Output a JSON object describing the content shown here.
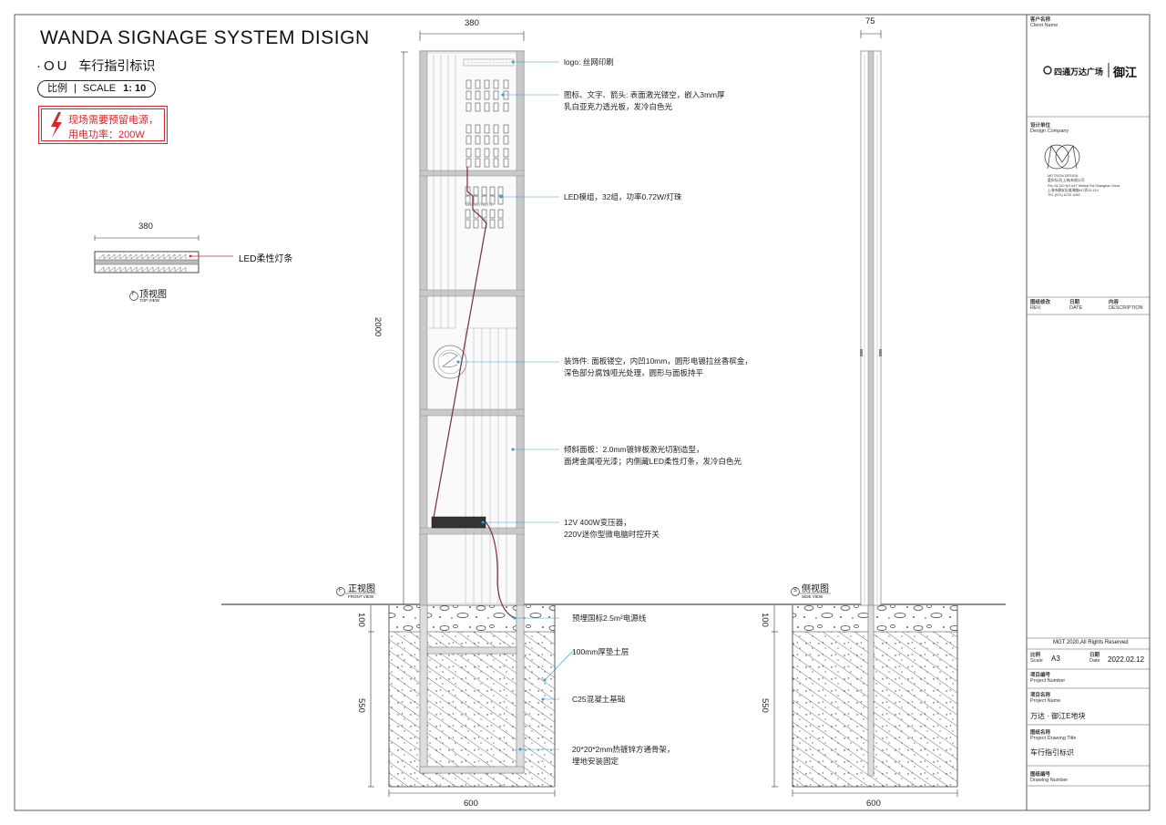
{
  "title": {
    "main": "WANDA SIGNAGE SYSTEM DISIGN",
    "sub_prefix": "·OU",
    "sub": "车行指引标识"
  },
  "scale": {
    "label": "比例",
    "text": "SCALE",
    "value": "1: 10"
  },
  "warning": {
    "line1": "现场需要预留电源，",
    "line2": "用电功率：200W",
    "color": "#d8262a"
  },
  "top_view": {
    "width_dim": "380",
    "led_label": "LED柔性灯条",
    "marker": "T",
    "title_cn": "顶视图",
    "title_en": "TOP VIEW"
  },
  "front_view": {
    "width_dim_top": "380",
    "height_dim": "2000",
    "depth_dim_100": "100",
    "depth_dim_550": "550",
    "base_width": "600",
    "marker": "F",
    "title_cn": "正视图",
    "title_en": "FRONT VIEW",
    "logo_text": "Basement"
  },
  "side_view": {
    "width_dim_top": "75",
    "depth_dim_100": "100",
    "depth_dim_550": "550",
    "base_width": "600",
    "marker": "S",
    "title_cn": "侧视图",
    "title_en": "SIDE VIEW"
  },
  "annotations": [
    {
      "lines": [
        "logo: 丝网印刷"
      ]
    },
    {
      "lines": [
        "图标、文字、箭头: 表面激光镂空，嵌入3mm厚",
        "乳白亚克力透光板，发冷白色光"
      ]
    },
    {
      "lines": [
        "LED模组，32组，功率0.72W/灯珠"
      ]
    },
    {
      "lines": [
        "装饰件: 面板镂空，内凹10mm，圆形电镀拉丝香槟金，",
        "深色部分腐蚀哑光处理，圆形与面板持平"
      ]
    },
    {
      "lines": [
        "倾斜面板：2.0mm镀锌板激光切割造型，",
        "面烤金属哑光漆；内侧藏LED柔性灯条，发冷白色光"
      ]
    },
    {
      "lines": [
        "12V 400W变压器，",
        "220V迷你型微电脑时控开关"
      ]
    },
    {
      "lines": [
        "预埋国标2.5m²电源线"
      ]
    },
    {
      "lines": [
        "100mm厚垫土层"
      ]
    },
    {
      "lines": [
        "C25混凝土基础"
      ]
    },
    {
      "lines": [
        "20*20*2mm热镀锌方通骨架，",
        "埋地安装固定"
      ]
    }
  ],
  "title_block": {
    "client_label_cn": "客户名称",
    "client_label_en": "Client Name",
    "client_logo_text": "四通万达广场",
    "client_logo_text2": "御江",
    "design_label_cn": "设计单位",
    "design_label_en": "Design Company",
    "design_company_lines": [
      "MGTSIGN DESIGN",
      "重庆标识(上海)有限公司",
      "Rm.15-110 NO.647 Weihai Rd,Shanghai,China",
      "上海市静安区威海路647弄15-110",
      "TEL (021) 6720 1062"
    ],
    "rev_headers": [
      {
        "cn": "图纸修改",
        "en": "REV."
      },
      {
        "cn": "日期",
        "en": "DATE"
      },
      {
        "cn": "内容",
        "en": "DESCRIPTION"
      }
    ],
    "copyright": "MGT 2020,All Rights Reserved",
    "scale_label_cn": "比例",
    "scale_label_en": "Scale",
    "scale_value": "A3",
    "date_label_cn": "日期",
    "date_label_en": "Date",
    "date_value": "2022.02.12",
    "project_number_cn": "项目编号",
    "project_number_en": "Project Number",
    "project_name_cn": "项目名称",
    "project_name_en": "Project Name",
    "project_name_value": "万达 · 御江E地块",
    "drawing_title_cn": "图纸名称",
    "drawing_title_en": "Project Drawing Title",
    "drawing_title_value": "车行指引标识",
    "drawing_number_cn": "图纸编号",
    "drawing_number_en": "Drawing Number"
  }
}
